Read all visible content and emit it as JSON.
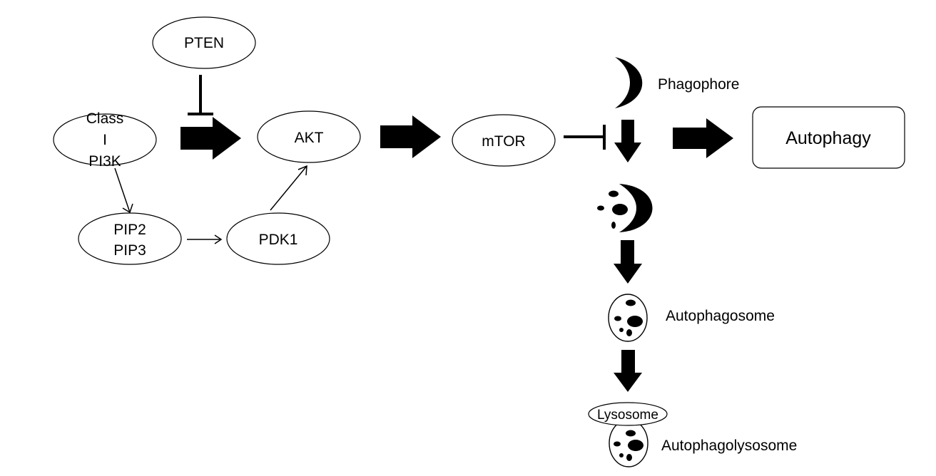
{
  "nodes": {
    "pten": "PTEN",
    "class_pi3k": [
      "Class",
      "I",
      "PI3K"
    ],
    "akt": "AKT",
    "mtor": "mTOR",
    "pip": [
      "PIP2",
      "PIP3"
    ],
    "pdk1": "PDK1",
    "autophagy": "Autophagy",
    "lysosome": "Lysosome"
  },
  "stages": {
    "phagophore": "Phagophore",
    "autophagosome": "Autophagosome",
    "autophagolysosome": "Autophagolysosome"
  }
}
